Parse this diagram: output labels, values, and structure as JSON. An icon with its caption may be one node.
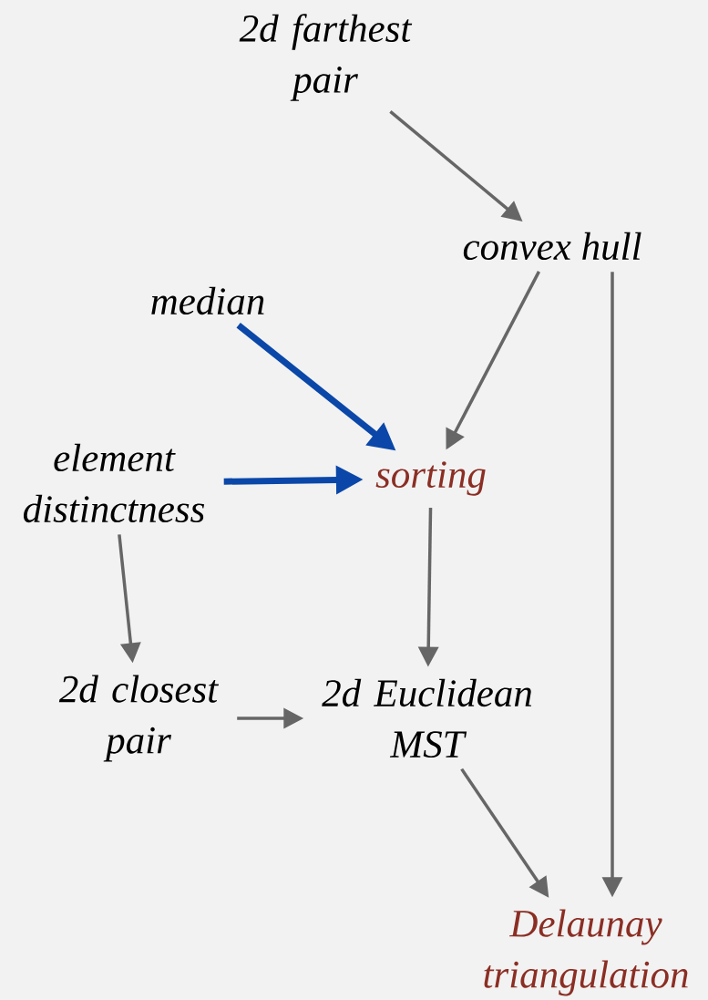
{
  "diagram": {
    "nodes": [
      {
        "text": [
          "2d farthest pair"
        ]
      },
      {
        "text": [
          "convex hull"
        ]
      },
      {
        "text": [
          "median"
        ]
      },
      {
        "text": [
          "element distinctness"
        ]
      },
      {
        "text": [
          "sorting"
        ]
      },
      {
        "text": [
          "2d closest pair"
        ]
      },
      {
        "text": [
          "2d Euclidean MST"
        ]
      },
      {
        "text": [
          "Delaunay triangulation"
        ]
      }
    ],
    "edges": [
      {
        "from": 0,
        "to": 1,
        "arrow": "to"
      },
      {
        "from": 1,
        "to": 4,
        "arrow": "to"
      },
      {
        "from": 1,
        "to": 7,
        "arrow": "to"
      },
      {
        "from": 2,
        "to": 4,
        "arrow": "to",
        "style": "thick",
        "color": "#0a47a8"
      },
      {
        "from": 3,
        "to": 4,
        "arrow": "to",
        "style": "thick",
        "color": "#0a47a8"
      },
      {
        "from": 3,
        "to": 5,
        "arrow": "to"
      },
      {
        "from": 4,
        "to": 6,
        "arrow": "to"
      },
      {
        "from": 5,
        "to": 6,
        "arrow": "to"
      },
      {
        "from": 6,
        "to": 7,
        "arrow": "to"
      }
    ]
  }
}
